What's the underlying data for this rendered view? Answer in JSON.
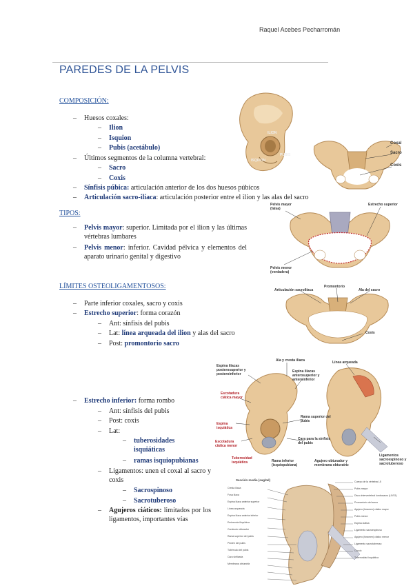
{
  "header": {
    "author": "Raquel Acebes Pecharromán"
  },
  "title": "PAREDES DE LA PELVIS",
  "composicion": {
    "heading": "COMPOSICIÓN:",
    "huesos_coxales": "Huesos coxales:",
    "ilion": "Ilion",
    "isquion": "Isquion",
    "pubis": "Pubis (acetábulo)",
    "ultimos": "Últimos segmentos de la columna vertebral:",
    "sacro": "Sacro",
    "coxis": "Coxis",
    "sinfisis_term": "Sínfisis púbica:",
    "sinfisis_desc": " articulación anterior de los dos huesos púbicos",
    "articulacion_term": "Articulación sacro-ilíaca",
    "articulacion_desc": ": articulación posterior entre el ilion y las alas del sacro"
  },
  "tipos": {
    "heading": "TIPOS:",
    "mayor_term": "Pelvis mayor",
    "mayor_desc": ": superior. Limitada por el ilion y las últimas vértebras lumbares",
    "menor_term": "Pelvis menor",
    "menor_desc": ": inferior. Cavidad pélvica y elementos del aparato urinario genital y digestivo"
  },
  "limites": {
    "heading": "LÍMITES OSTEOLIGAMENTOSOS:",
    "parte_inferior": "Parte inferior coxales, sacro y coxis",
    "estrecho_sup_term": "Estrecho superior",
    "estrecho_sup_desc": ": forma corazón",
    "ant": "Ant: sínfisis del pubis",
    "lat_prefix": "Lat: ",
    "lat_bold": "línea arqueada del ilion",
    "lat_suffix": " y alas del sacro",
    "post_prefix": "Post: ",
    "post_bold": "promontorio sacro",
    "estrecho_inf_term": "Estrecho inferior:",
    "estrecho_inf_desc": " forma rombo",
    "ant2": "Ant: sínfisis del pubis",
    "post2": "Post: coxis",
    "lat2": "Lat:",
    "tuberosidades": "tuberosidades isquiáticas",
    "ramas": "ramas isquiopubianas",
    "ligamentos_text": "Ligamentos: unen el coxal al sacro y coxis",
    "sacrospinoso": "Sacrospinoso",
    "sacrotuberoso": "Sacrotuberoso",
    "agujeros_term": "Agujeros ciáticos:",
    "agujeros_desc": " limitados por los ligamentos, importantes vías"
  },
  "fig1": {
    "ilion": "ILION",
    "isquion": "ISQUION",
    "pubis": "PUBIS"
  },
  "fig2": {
    "coxal": "Coxal",
    "sacro": "Sacro",
    "coxis": "Coxis"
  },
  "fig3": {
    "pelvis_mayor": "Pelvis mayor (falsa)",
    "estrecho_superior": "Estrecho superior",
    "pelvis_menor": "Pelvis menor (verdadera)"
  },
  "fig4": {
    "articulacion": "Articulación sacroilíaca",
    "promontorio": "Promontorio",
    "ala_sacro": "Ala del sacro",
    "coxis": "Coxis"
  },
  "fig5": {
    "espina_post": "Espina ilíacas posterosuperior y posteroinferior",
    "ala_cresta": "Ala y cresta ilíaca",
    "espina_ant": "Espina ilíacas anterosuperior y anteroinferior",
    "linea_arqueada": "Línea arqueada",
    "escotadura_mayor": "Escotadura ciática mayor",
    "espina_isquiatica": "Espina isquiática",
    "escotadura_menor": "Escotadura ciática menor",
    "rama_superior": "Rama superior del pubis",
    "cara_sinfisis": "Cara para la sínfisis del pubis",
    "tuberosidad": "Tuberosidad isquiática",
    "rama_inferior": "Rama inferior (isquiopubiana)",
    "agujero": "Agujero obturador y membrana obturatriz",
    "ligamentos": "Ligamentos sacroespinoso y sacrotuberoso"
  },
  "fig6": {
    "caption": "Sección media (sagital)",
    "left_labels": [
      "Cresta ilíaca",
      "Fosa ilíaca",
      "Espina ilíaca anterior superior",
      "Línea arqueada",
      "Espina ilíaca anterior inferior",
      "Eminencia iliopúbica",
      "Conducto obturador",
      "Rama superior del pubis",
      "Pecten del pubis",
      "Tubérculo del pubis",
      "Cara sinfisaria",
      "Membrana obturatriz"
    ],
    "right_labels": [
      "Cuerpo de la vértebra L5",
      "Pubis mayor",
      "Disco intervertebral lumbosacro (L5/S1)",
      "Promontorio del sacro",
      "Agujero (foramen) ciático mayor",
      "Pubis menor",
      "Espina ciática",
      "Ligamento sacroespinoso",
      "Agujero (foramen) ciático menor",
      "Ligamento sacrotuberoso",
      "Cóccix",
      "Tuberosidad isquiática"
    ]
  }
}
